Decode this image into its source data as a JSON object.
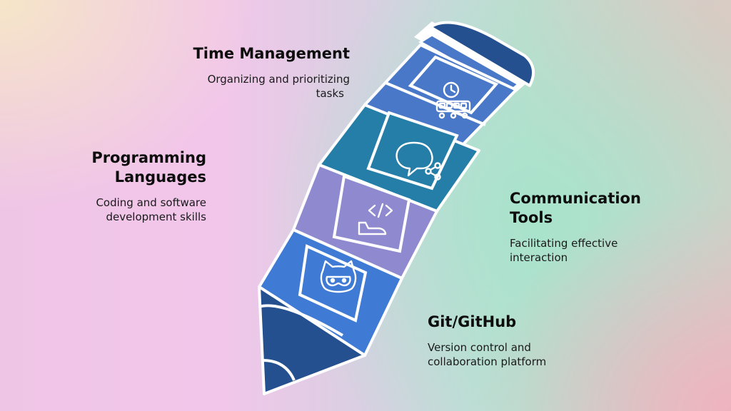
{
  "items": [
    {
      "id": "time-management",
      "title_lines": [
        "Time Management"
      ],
      "desc_lines": [
        "Organizing and prioritizing",
        "tasks"
      ],
      "icon": "conveyor-clock-icon",
      "color": "#4a78c8"
    },
    {
      "id": "communication-tools",
      "title_lines": [
        "Communication",
        "Tools"
      ],
      "desc_lines": [
        "Facilitating effective",
        "interaction"
      ],
      "icon": "chat-share-icon",
      "color": "#247ea7"
    },
    {
      "id": "programming-languages",
      "title_lines": [
        "Programming",
        "Languages"
      ],
      "desc_lines": [
        "Coding and software",
        "development skills"
      ],
      "icon": "code-hand-icon",
      "color": "#8f89cf"
    },
    {
      "id": "git-github",
      "title_lines": [
        "Git/GitHub"
      ],
      "desc_lines": [
        "Version control and",
        "collaboration platform"
      ],
      "icon": "github-octocat-icon",
      "color": "#3f7ad4"
    }
  ],
  "colors": {
    "pencil_tip": "#25508f",
    "eraser": "#25508f",
    "outline": "#ffffff"
  }
}
